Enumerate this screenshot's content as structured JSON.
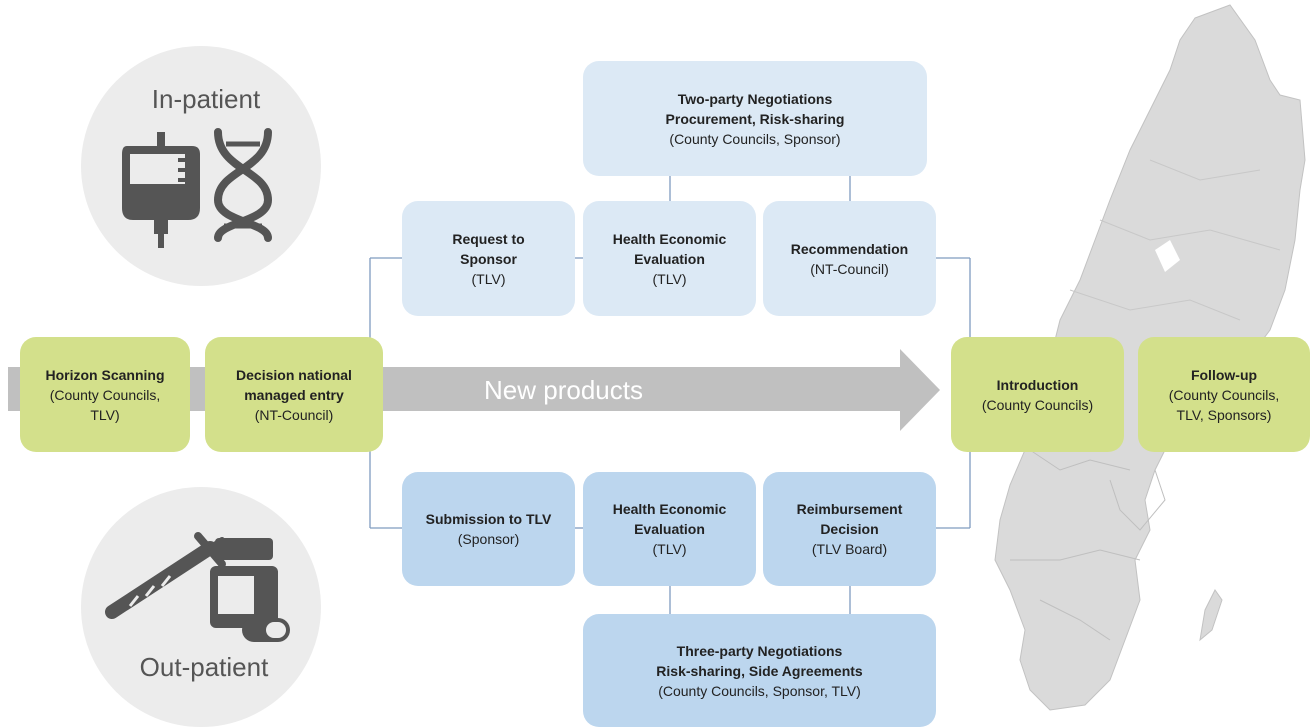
{
  "in_patient": {
    "label": "In-patient"
  },
  "out_patient": {
    "label": "Out-patient"
  },
  "arrow": {
    "label": "New products"
  },
  "boxes": {
    "horizon": {
      "title": "Horizon Scanning",
      "sub": "(County Councils, TLV)"
    },
    "decision": {
      "title": "Decision national managed entry",
      "sub": "(NT-Council)"
    },
    "two_party": {
      "title_line1": "Two-party Negotiations",
      "title_line2": "Procurement, Risk-sharing",
      "sub": "(County Councils, Sponsor)"
    },
    "request": {
      "title": "Request to Sponsor",
      "sub": "(TLV)"
    },
    "hee_top": {
      "title": "Health Economic Evaluation",
      "sub": "(TLV)"
    },
    "recommendation": {
      "title": "Recommendation",
      "sub": "(NT-Council)"
    },
    "submission": {
      "title": "Submission to TLV",
      "sub": "(Sponsor)"
    },
    "hee_bottom": {
      "title": "Health Economic Evaluation",
      "sub": "(TLV)"
    },
    "reimbursement": {
      "title": "Reimbursement Decision",
      "sub": "(TLV Board)"
    },
    "three_party": {
      "title_line1": "Three-party Negotiations",
      "title_line2": "Risk-sharing, Side Agreements",
      "sub": "(County Councils, Sponsor, TLV)"
    },
    "introduction": {
      "title": "Introduction",
      "sub": "(County Councils)"
    },
    "followup": {
      "title": "Follow-up",
      "sub": "(County Councils, TLV, Sponsors)"
    }
  },
  "colors": {
    "green": "#d3e08b",
    "light_blue": "#dce9f5",
    "blue": "#bcd6ee",
    "arrow": "#c0c0c0",
    "map": "#d6d6d6",
    "icon": "#555555"
  }
}
